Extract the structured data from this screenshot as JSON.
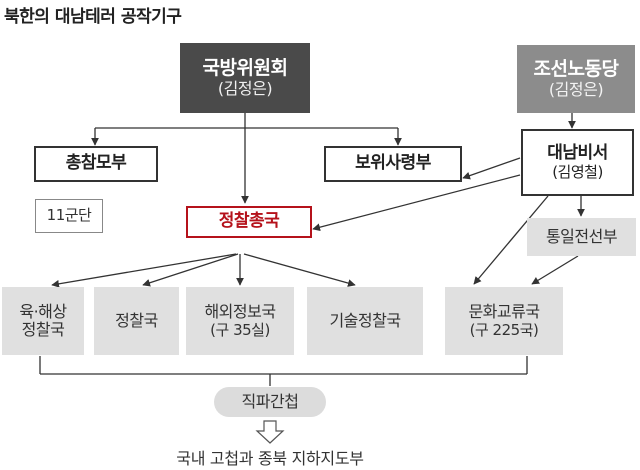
{
  "title": "북한의 대남테러 공작기구",
  "nodes": {
    "defense_commission": {
      "label": "국방위원회",
      "sub": "(김정은)"
    },
    "workers_party": {
      "label": "조선노동당",
      "sub": "(김정은)"
    },
    "general_staff": {
      "label": "총참모부"
    },
    "security_command": {
      "label": "보위사령부"
    },
    "south_affairs_secretary": {
      "label": "대남비서",
      "sub": "(김영철)"
    },
    "corps_11": {
      "label": "11군단"
    },
    "reconnaissance_bureau": {
      "label": "정찰총국"
    },
    "unification_front": {
      "label": "통일전선부"
    },
    "land_sea_recon": {
      "label_1": "육·해상",
      "label_2": "정찰국"
    },
    "recon": {
      "label": "정찰국"
    },
    "overseas_intel": {
      "label": "해외정보국",
      "sub": "(구 35실)"
    },
    "tech_recon": {
      "label": "기술정찰국"
    },
    "cultural_exchange": {
      "label": "문화교류국",
      "sub": "(구 225국)"
    },
    "direct_espionage": {
      "label": "직파간첩"
    }
  },
  "bottom_text": "국내 고첩과 종북 지하지도부"
}
